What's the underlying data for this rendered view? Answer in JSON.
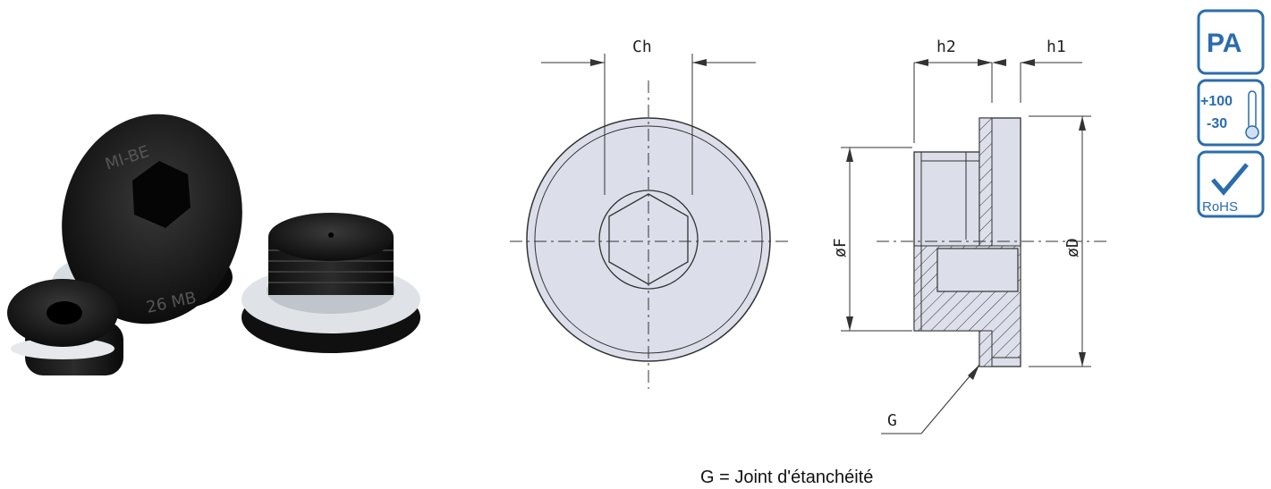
{
  "drawing": {
    "labels": {
      "ch": "Ch",
      "h2": "h2",
      "h1": "h1",
      "f": "øF",
      "d": "øD",
      "g": "G"
    },
    "caption": "G = Joint d'étanchéité"
  },
  "photo": {
    "plug_text_top": "MI-BE",
    "plug_text_bottom": "26 MB"
  },
  "badges": {
    "material": "PA",
    "temp_max": "+100",
    "temp_min": "-30",
    "rohs": "RoHS",
    "accent": "#2b6cae"
  }
}
